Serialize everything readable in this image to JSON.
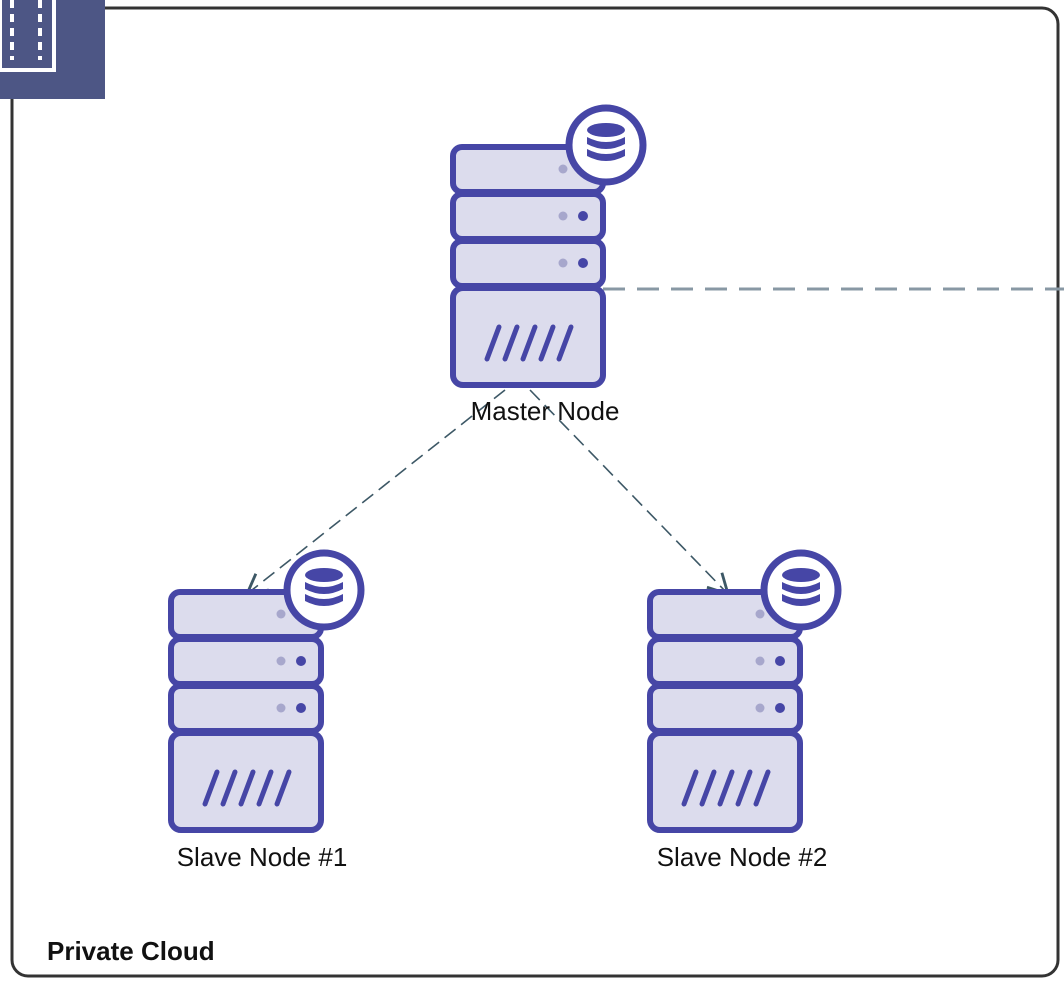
{
  "group": {
    "label": "Private Cloud",
    "icon": "building-icon"
  },
  "nodes": {
    "master": {
      "label": "Master Node",
      "icon": "server-icon",
      "badge": "database-icon"
    },
    "slave1": {
      "label": "Slave Node #1",
      "icon": "server-icon",
      "badge": "database-icon"
    },
    "slave2": {
      "label": "Slave Node #2",
      "icon": "server-icon",
      "badge": "database-icon"
    }
  },
  "edges": [
    {
      "from": "Master Node",
      "to": "Slave Node #1",
      "style": "dashed",
      "arrow": "open"
    },
    {
      "from": "Master Node",
      "to": "Slave Node #2",
      "style": "dashed",
      "arrow": "open"
    },
    {
      "from": "Master Node",
      "to": "",
      "style": "dashed",
      "arrow": "none"
    }
  ],
  "colors": {
    "server_fill": "#dcdced",
    "server_stroke": "#4646a6",
    "badge_stroke": "#4646a6",
    "group_stroke": "#333333",
    "group_icon_fill": "#4d5685",
    "edge_stroke": "#3d5866",
    "link_stroke": "#8898a4"
  }
}
